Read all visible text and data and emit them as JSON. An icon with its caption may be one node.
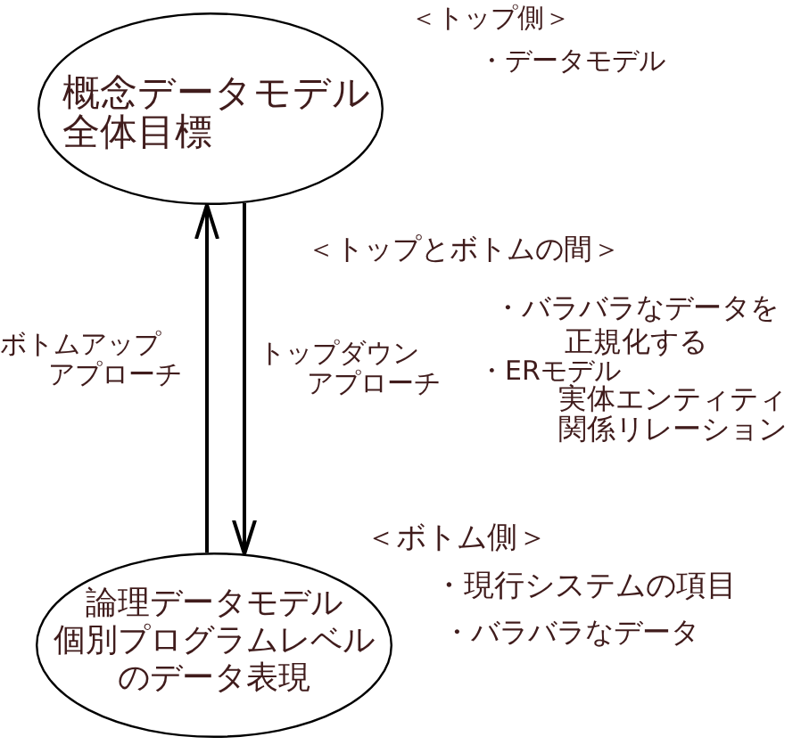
{
  "diagram": {
    "nodes": [
      {
        "text": [
          "概念データモデル",
          "全体目標"
        ]
      },
      {
        "text": [
          "論理データモデル",
          "個別プログラムレベルのデータ表現"
        ]
      }
    ],
    "edges": [
      {
        "from": 1,
        "to": 0,
        "arrow": "to",
        "label": "ボトムアップアプローチ"
      },
      {
        "from": 0,
        "to": 1,
        "arrow": "to",
        "label": "トップダウンアプローチ"
      }
    ],
    "labels": [
      "＜トップ側＞",
      "・データモデル",
      "＜トップとボトムの間＞",
      "・バラバラなデータを正規化する",
      "・ERモデル",
      "実体エンティティ",
      "関係リレーション",
      "＜ボトム側＞",
      "・現行システムの項目",
      "・バラバラなデータ"
    ]
  }
}
